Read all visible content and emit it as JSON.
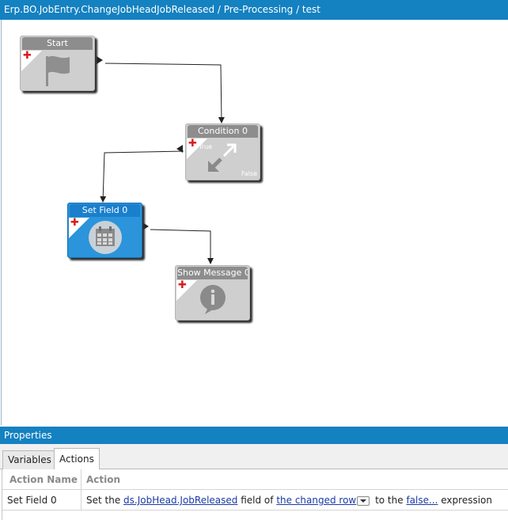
{
  "window": {
    "title": "Erp.BO.JobEntry.ChangeJobHeadJobReleased / Pre-Processing / test"
  },
  "workflow": {
    "nodes": {
      "start": {
        "title": "Start",
        "icon": "flag-icon"
      },
      "condition": {
        "title": "Condition 0",
        "icon": "split-arrows-icon",
        "true_label": "True",
        "false_label": "False"
      },
      "set_field": {
        "title": "Set Field 0",
        "icon": "calendar-grid-icon",
        "selected": true
      },
      "show_message": {
        "title": "Show Message 0",
        "icon": "info-bubble-icon"
      }
    },
    "colors": {
      "node_bg": "#cfcfcf",
      "node_header": "#8d8d8d",
      "selected_bg": "#2b94da",
      "plus": "#d81e1e"
    }
  },
  "properties": {
    "header": "Properties",
    "tabs": [
      {
        "label": "Variables",
        "active": false
      },
      {
        "label": "Actions",
        "active": true
      }
    ],
    "grid": {
      "columns": [
        "Action Name",
        "Action"
      ],
      "rows": [
        {
          "name": "Set Field 0",
          "action": {
            "t1": "Set the ",
            "field_link": "ds.JobHead.JobReleased",
            "t2": " field of ",
            "row_link": "the changed row",
            "t3": " to the ",
            "expr_link": "false...",
            "t4": " expression"
          }
        }
      ]
    }
  }
}
